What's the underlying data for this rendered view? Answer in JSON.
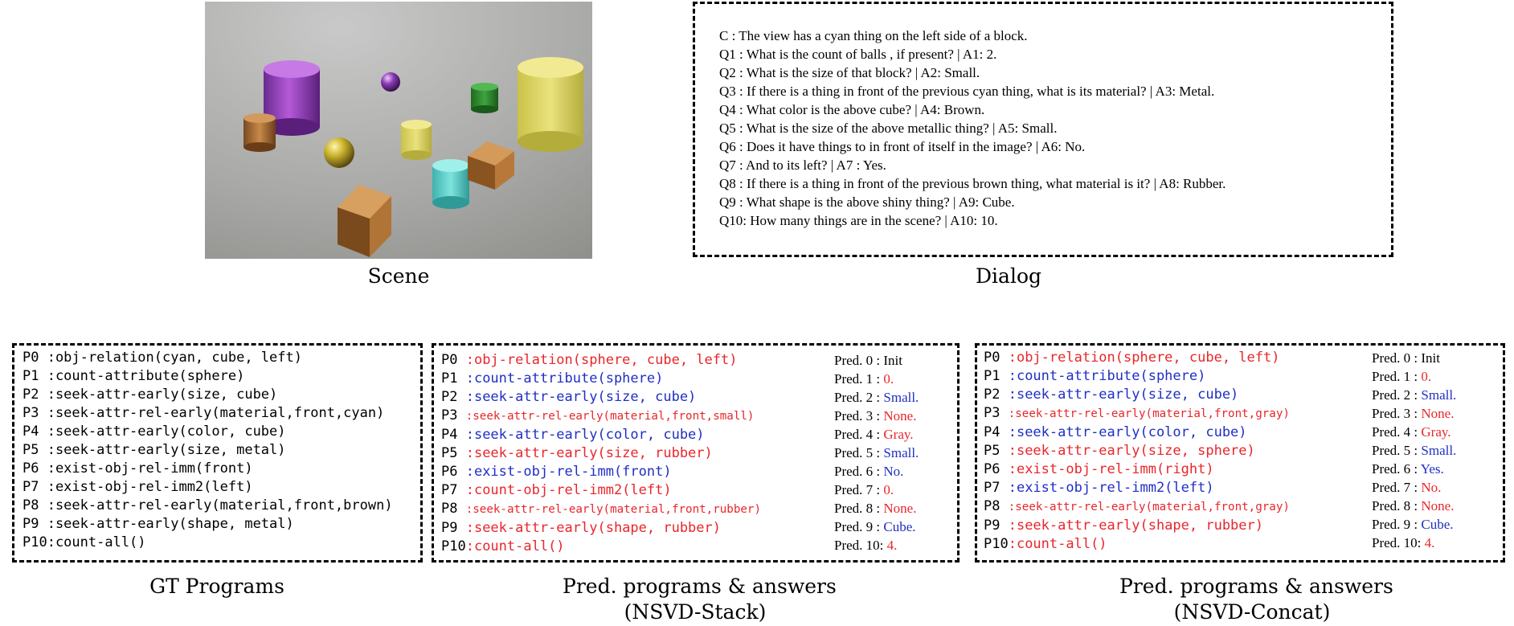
{
  "scene": {
    "caption": "Scene"
  },
  "dialog": {
    "caption": "Dialog",
    "lines": [
      "C   : The view has a cyan thing on the left side of a block.",
      "Q1  : What is the count of balls , if present? | A1:  2.",
      "Q2  : What is the size of that block? | A2: Small.",
      "Q3  : If there is a thing in front of the previous cyan thing, what is its material? | A3: Metal.",
      "Q4  : What color is the above cube? | A4: Brown.",
      "Q5  : What is the size of the above metallic thing? | A5: Small.",
      "Q6  : Does it have things to in front of itself in the image? | A6: No.",
      "Q7  : And to its left? | A7 : Yes.",
      "Q8  : If there is a thing in front of the previous brown thing, what material is it? | A8: Rubber.",
      "Q9  : What shape is the above shiny thing? | A9: Cube.",
      "Q10: How many things are in the scene? | A10: 10."
    ]
  },
  "gt": {
    "caption": "GT Programs",
    "lines": [
      "P0 :obj-relation(cyan, cube, left)",
      "P1 :count-attribute(sphere)",
      "P2 :seek-attr-early(size, cube)",
      "P3 :seek-attr-rel-early(material,front,cyan)",
      "P4 :seek-attr-early(color, cube)",
      "P5 :seek-attr-early(size, metal)",
      "P6 :exist-obj-rel-imm(front)",
      "P7 :exist-obj-rel-imm2(left)",
      "P8 :seek-attr-rel-early(material,front,brown)",
      "P9 :seek-attr-early(shape, metal)",
      "P10:count-all()"
    ]
  },
  "stack": {
    "caption_line1": "Pred. programs & answers",
    "caption_line2": "(NSVD-Stack)",
    "rows": [
      {
        "label": "P0 ",
        "prog": ":obj-relation(sphere, cube, left)",
        "pc": "red",
        "small": false,
        "pred": "Pred. 0 :",
        "ans": "Init",
        "ac": "blk"
      },
      {
        "label": "P1 ",
        "prog": ":count-attribute(sphere)",
        "pc": "blue",
        "small": false,
        "pred": "Pred. 1 :",
        "ans": "0.",
        "ac": "red"
      },
      {
        "label": "P2 ",
        "prog": ":seek-attr-early(size, cube)",
        "pc": "blue",
        "small": false,
        "pred": "Pred. 2 :",
        "ans": "Small.",
        "ac": "blue"
      },
      {
        "label": "P3 ",
        "prog": ":seek-attr-rel-early(material,front,small)",
        "pc": "red",
        "small": true,
        "pred": "Pred. 3 :",
        "ans": "None.",
        "ac": "red"
      },
      {
        "label": "P4 ",
        "prog": ":seek-attr-early(color, cube)",
        "pc": "blue",
        "small": false,
        "pred": "Pred. 4 :",
        "ans": "Gray.",
        "ac": "red"
      },
      {
        "label": "P5 ",
        "prog": ":seek-attr-early(size, rubber)",
        "pc": "red",
        "small": false,
        "pred": "Pred. 5 :",
        "ans": "Small.",
        "ac": "blue"
      },
      {
        "label": "P6 ",
        "prog": ":exist-obj-rel-imm(front)",
        "pc": "blue",
        "small": false,
        "pred": "Pred. 6 :",
        "ans": "No.",
        "ac": "blue"
      },
      {
        "label": "P7 ",
        "prog": ":count-obj-rel-imm2(left)",
        "pc": "red",
        "small": false,
        "pred": "Pred. 7 :",
        "ans": "0.",
        "ac": "red"
      },
      {
        "label": "P8 ",
        "prog": ":seek-attr-rel-early(material,front,rubber)",
        "pc": "red",
        "small": true,
        "pred": "Pred. 8 :",
        "ans": "None.",
        "ac": "red"
      },
      {
        "label": "P9 ",
        "prog": ":seek-attr-early(shape, rubber)",
        "pc": "red",
        "small": false,
        "pred": "Pred. 9 :",
        "ans": "Cube.",
        "ac": "blue"
      },
      {
        "label": "P10",
        "prog": ":count-all()",
        "pc": "red",
        "small": false,
        "pred": "Pred. 10:",
        "ans": "4.",
        "ac": "red"
      }
    ]
  },
  "concat": {
    "caption_line1": "Pred. programs & answers",
    "caption_line2": "(NSVD-Concat)",
    "rows": [
      {
        "label": "P0 ",
        "prog": ":obj-relation(sphere, cube, left)",
        "pc": "red",
        "small": false,
        "pred": "Pred. 0 :",
        "ans": "Init",
        "ac": "blk"
      },
      {
        "label": "P1 ",
        "prog": ":count-attribute(sphere)",
        "pc": "blue",
        "small": false,
        "pred": "Pred. 1 :",
        "ans": "0.",
        "ac": "red"
      },
      {
        "label": "P2 ",
        "prog": ":seek-attr-early(size, cube)",
        "pc": "blue",
        "small": false,
        "pred": "Pred. 2 :",
        "ans": "Small.",
        "ac": "blue"
      },
      {
        "label": "P3 ",
        "prog": ":seek-attr-rel-early(material,front,gray)",
        "pc": "red",
        "small": true,
        "pred": "Pred. 3 :",
        "ans": "None.",
        "ac": "red"
      },
      {
        "label": "P4 ",
        "prog": ":seek-attr-early(color, cube)",
        "pc": "blue",
        "small": false,
        "pred": "Pred. 4 :",
        "ans": "Gray.",
        "ac": "red"
      },
      {
        "label": "P5 ",
        "prog": ":seek-attr-early(size, sphere)",
        "pc": "red",
        "small": false,
        "pred": "Pred. 5 :",
        "ans": "Small.",
        "ac": "blue"
      },
      {
        "label": "P6 ",
        "prog": ":exist-obj-rel-imm(right)",
        "pc": "red",
        "small": false,
        "pred": "Pred. 6 :",
        "ans": "Yes.",
        "ac": "blue"
      },
      {
        "label": "P7 ",
        "prog": ":exist-obj-rel-imm2(left)",
        "pc": "blue",
        "small": false,
        "pred": "Pred. 7 :",
        "ans": "No.",
        "ac": "red"
      },
      {
        "label": "P8 ",
        "prog": ":seek-attr-rel-early(material,front,gray)",
        "pc": "red",
        "small": true,
        "pred": "Pred. 8 :",
        "ans": "None.",
        "ac": "red"
      },
      {
        "label": "P9 ",
        "prog": ":seek-attr-early(shape, rubber)",
        "pc": "red",
        "small": false,
        "pred": "Pred. 9 :",
        "ans": "Cube.",
        "ac": "blue"
      },
      {
        "label": "P10",
        "prog": ":count-all()",
        "pc": "red",
        "small": false,
        "pred": "Pred. 10:",
        "ans": "4.",
        "ac": "red"
      }
    ]
  }
}
